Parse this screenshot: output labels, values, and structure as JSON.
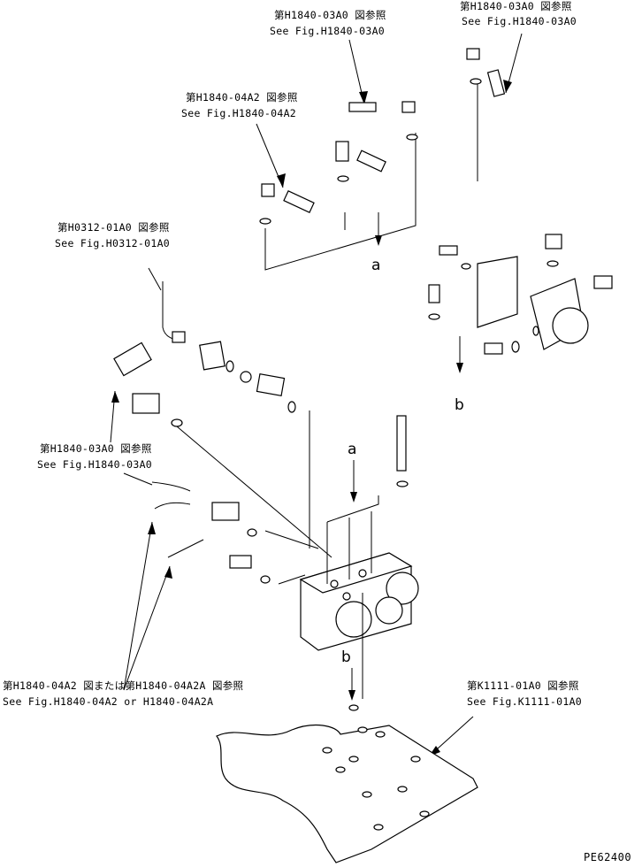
{
  "refs": [
    {
      "jp": "第H1840-03A0 図参照",
      "en": "See Fig.H1840-03A0"
    },
    {
      "jp": "第H1840-03A0 図参照",
      "en": "See Fig.H1840-03A0"
    },
    {
      "jp": "第H1840-04A2 図参照",
      "en": "See Fig.H1840-04A2"
    },
    {
      "jp": "第H0312-01A0 図参照",
      "en": "See Fig.H0312-01A0"
    },
    {
      "jp": "第H1840-03A0 図参照",
      "en": "See Fig.H1840-03A0"
    },
    {
      "jp": "第H1840-04A2 図または第H1840-04A2A 図参照",
      "en": "See Fig.H1840-04A2  or  H1840-04A2A"
    },
    {
      "jp": "第K1111-01A0 図参照",
      "en": "See Fig.K1111-01A0"
    }
  ],
  "markers": {
    "a": "a",
    "b": "b"
  },
  "drawing_code": "PE62400"
}
